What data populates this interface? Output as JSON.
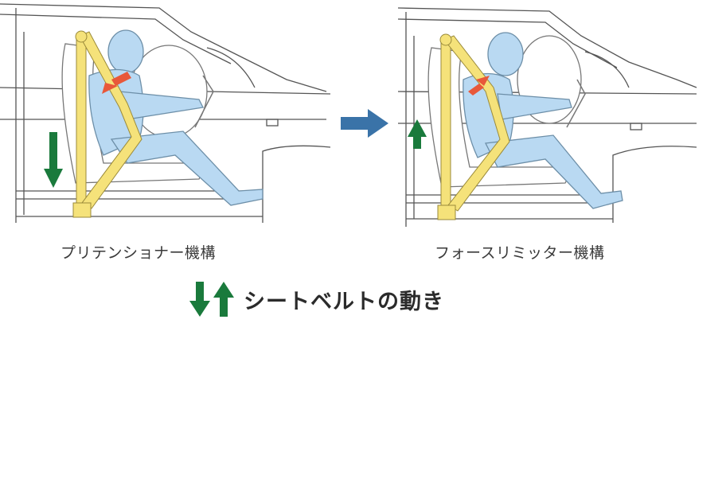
{
  "diagram": {
    "left_caption": "プリテンショナー機構",
    "right_caption": "フォースリミッター機構",
    "legend_label": "シートベルトの動き",
    "colors": {
      "body": "#b9d9f2",
      "body_outline": "#6d8fa8",
      "belt": "#f5e27a",
      "belt_outline": "#9a8a3a",
      "force_arrow": "#e8583a",
      "belt_arrow": "#1a7a3c",
      "transition_arrow": "#3a73a8",
      "car_line": "#555555"
    },
    "icons": {
      "belt_pull_down": "arrow-down-icon",
      "belt_release_up": "arrow-up-icon",
      "transition": "arrow-right-icon"
    }
  }
}
